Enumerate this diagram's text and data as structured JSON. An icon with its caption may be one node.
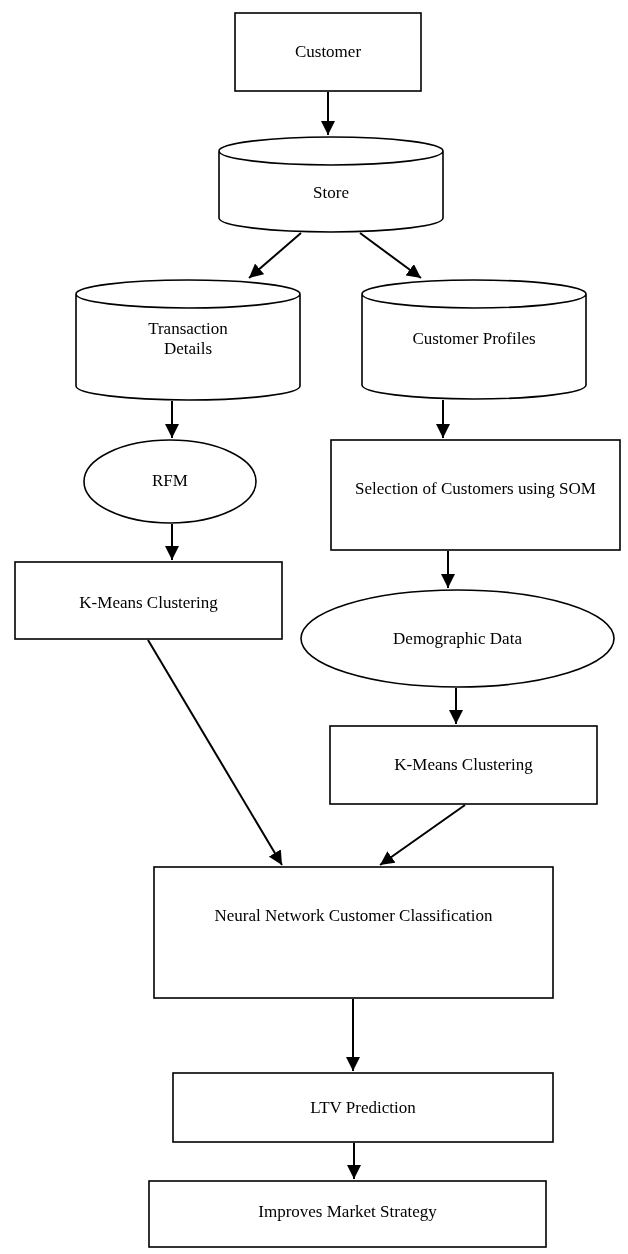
{
  "diagram": {
    "nodes": [
      {
        "text": [
          "Customer"
        ]
      },
      {
        "text": [
          "Store"
        ]
      },
      {
        "text": [
          "Transaction Details"
        ]
      },
      {
        "text": [
          "Customer Profiles"
        ]
      },
      {
        "text": [
          "RFM"
        ]
      },
      {
        "text": [
          "Selection of Customers using SOM"
        ]
      },
      {
        "text": [
          "K-Means Clustering"
        ]
      },
      {
        "text": [
          "Demographic Data"
        ]
      },
      {
        "text": [
          "K-Means Clustering"
        ]
      },
      {
        "text": [
          "Neural Network Customer Classification"
        ]
      },
      {
        "text": [
          "LTV Prediction"
        ]
      },
      {
        "text": [
          "Improves Market Strategy"
        ]
      }
    ],
    "edges": [
      {
        "from": 0,
        "to": 1,
        "arrow": "to"
      },
      {
        "from": 1,
        "to": 2,
        "arrow": "to"
      },
      {
        "from": 1,
        "to": 3,
        "arrow": "to"
      },
      {
        "from": 2,
        "to": 4,
        "arrow": "to"
      },
      {
        "from": 3,
        "to": 5,
        "arrow": "to"
      },
      {
        "from": 4,
        "to": 6,
        "arrow": "to"
      },
      {
        "from": 5,
        "to": 7,
        "arrow": "to"
      },
      {
        "from": 7,
        "to": 8,
        "arrow": "to"
      },
      {
        "from": 6,
        "to": 9,
        "arrow": "to"
      },
      {
        "from": 8,
        "to": 9,
        "arrow": "to"
      },
      {
        "from": 9,
        "to": 10,
        "arrow": "to"
      },
      {
        "from": 10,
        "to": 11,
        "arrow": "to"
      }
    ]
  }
}
